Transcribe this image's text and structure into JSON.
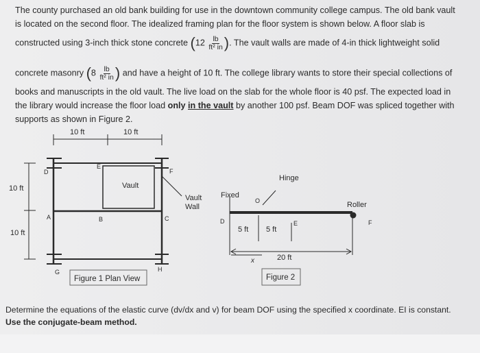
{
  "problem": {
    "line1": "The county purchased an old bank building for use in the downtown community college campus. The old bank vault",
    "line2": "is located on the second floor. The idealized framing plan for the floor system is shown below. A floor slab is",
    "line3_pre": "constructed using 3-inch thick stone concrete",
    "stone_value": "12",
    "unit_num": "lb",
    "unit_den": "ft² in",
    "line3_post": ". The vault walls are made of 4-in thick lightweight solid",
    "line4_pre": "concrete masonry",
    "masonry_value": "8",
    "line4_post": "and have a height of 10 ft. The college library wants to store their special collections of",
    "line5": "books and manuscripts in the old vault. The live load on the slab for the whole floor is 40 psf. The expected load in",
    "line6_pre": "the library would increase the floor load",
    "line6_bold1": "only",
    "line6_bold2": "in the vault",
    "line6_post": "by another 100 psf.  Beam DOF was spliced together with",
    "line7": "supports as shown in Figure 2."
  },
  "plan": {
    "dim_top_left": "10 ft",
    "dim_top_right": "10 ft",
    "dim_left_top": "10 ft",
    "dim_left_bottom": "10 ft",
    "vault_label": "Vault",
    "vault_wall_label": "Vault\nWall",
    "labels": {
      "D": "D",
      "E": "E",
      "F": "F",
      "A": "A",
      "B": "B",
      "C": "C",
      "G": "G",
      "H": "H"
    },
    "caption": "Figure 1 Plan View"
  },
  "beam": {
    "fixed_label": "Fixed",
    "hinge_label": "Hinge",
    "roller_label": "Roller",
    "point_D": "D",
    "point_O": "O",
    "point_E": "E",
    "point_F": "F",
    "dim_5a": "5 ft",
    "dim_5b": "5 ft",
    "dim_20": "20 ft",
    "x_label": "x",
    "caption": "Figure 2"
  },
  "question": {
    "line1": "Determine the equations of the elastic curve (dv/dx and v) for beam DOF using the specified x coordinate. EI is constant.",
    "line2": "Use the conjugate-beam method."
  }
}
